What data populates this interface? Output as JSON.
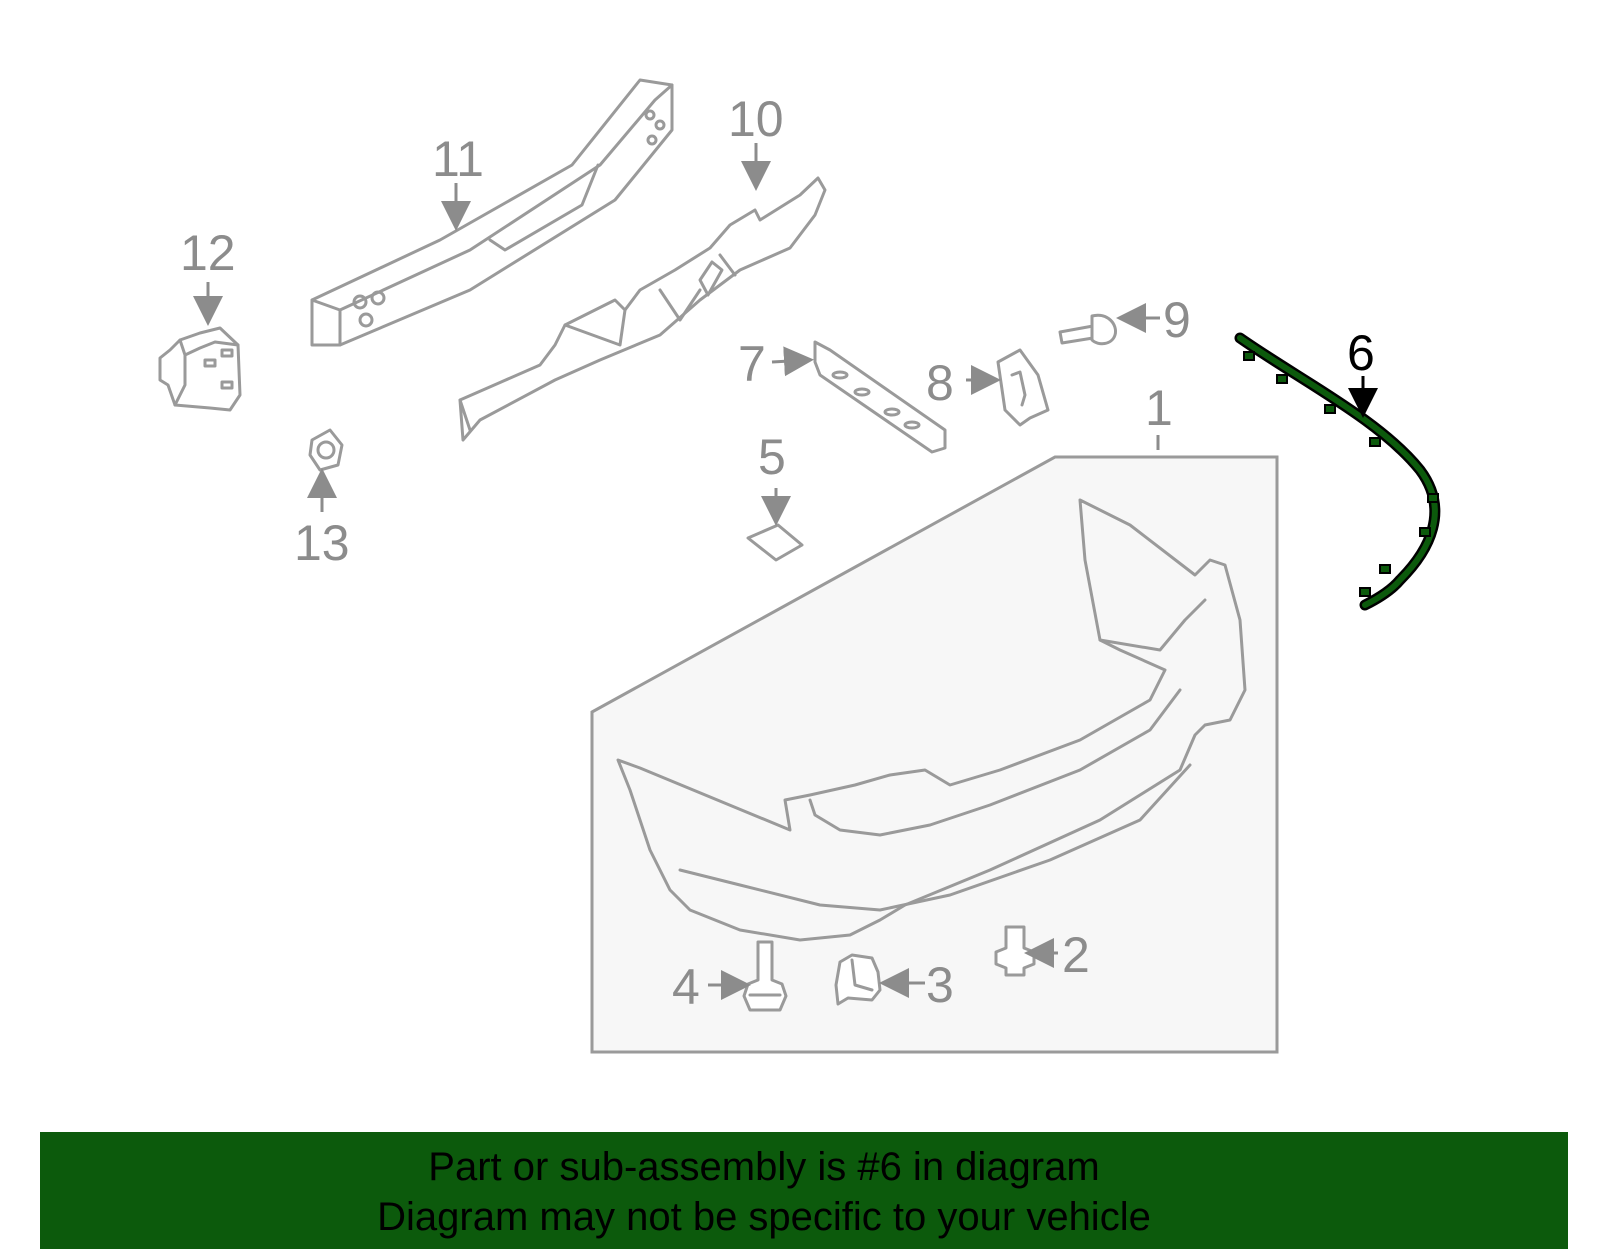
{
  "callouts": {
    "c1": "1",
    "c2": "2",
    "c3": "3",
    "c4": "4",
    "c5": "5",
    "c6": "6",
    "c7": "7",
    "c8": "8",
    "c9": "9",
    "c10": "10",
    "c11": "11",
    "c12": "12",
    "c13": "13"
  },
  "highlighted_part": "6",
  "colors": {
    "highlight": "#0c5a0c",
    "parts": "#9a9a9a",
    "labels": "#8c8c8c",
    "banner": "#0c5a0c"
  },
  "banner": {
    "line1": "Part or sub-assembly is #6 in diagram",
    "line2": "Diagram may not be specific to your vehicle"
  }
}
